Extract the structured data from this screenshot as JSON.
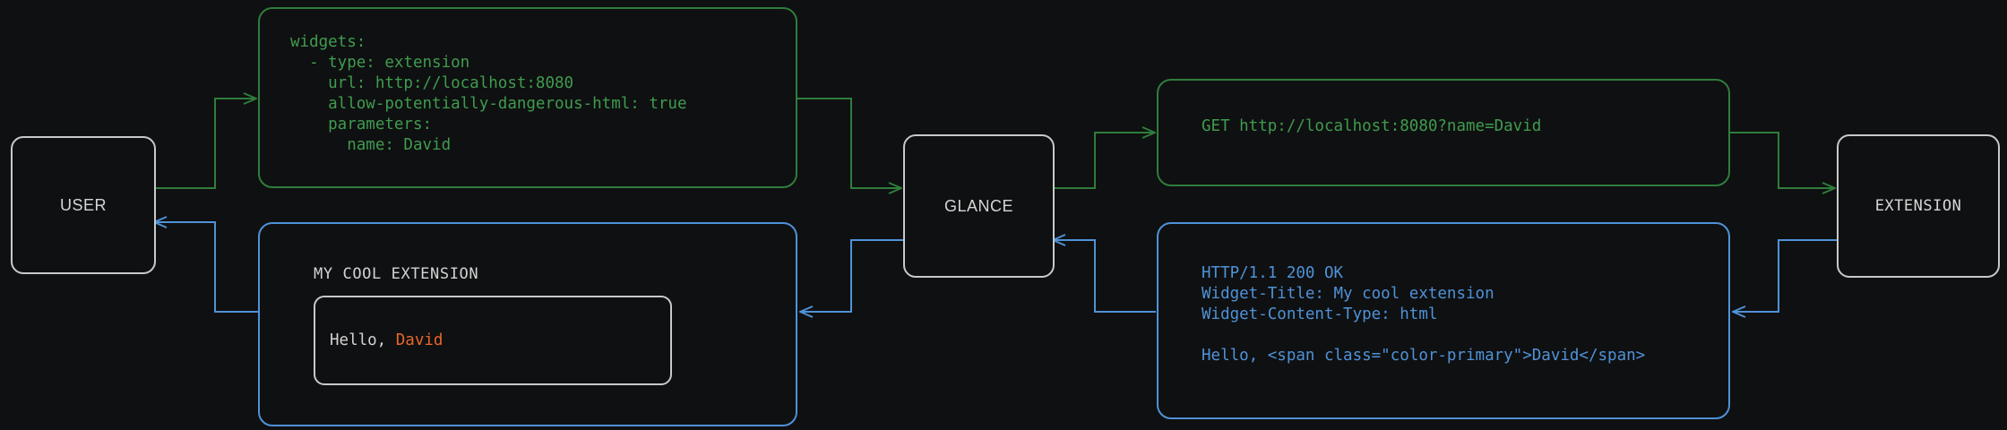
{
  "colors": {
    "background": "#0f1011",
    "node_border": "#c9c9c9",
    "request_green": "#2f7d3c",
    "request_green_text": "#3f9c4f",
    "response_blue": "#4f92d8",
    "accent_orange": "#e8662b",
    "text_light": "#d3d3d3"
  },
  "nodes": {
    "user": {
      "label": "USER"
    },
    "glance": {
      "label": "GLANCE"
    },
    "extension": {
      "label": "EXTENSION"
    }
  },
  "panels": {
    "config": {
      "kind": "yaml-config",
      "color": "green",
      "text": "widgets:\n  - type: extension\n    url: http://localhost:8080\n    allow-potentially-dangerous-html: true\n    parameters:\n      name: David"
    },
    "request": {
      "kind": "http-request",
      "color": "green",
      "text": "GET http://localhost:8080?name=David"
    },
    "response": {
      "kind": "http-response",
      "color": "blue",
      "text": "HTTP/1.1 200 OK\nWidget-Title: My cool extension\nWidget-Content-Type: html\n\nHello, <span class=\"color-primary\">David</span>"
    },
    "rendered_widget": {
      "kind": "rendered-widget",
      "color": "blue",
      "title": "MY COOL EXTENSION",
      "greeting_prefix": "Hello, ",
      "greeting_name": "David"
    }
  }
}
